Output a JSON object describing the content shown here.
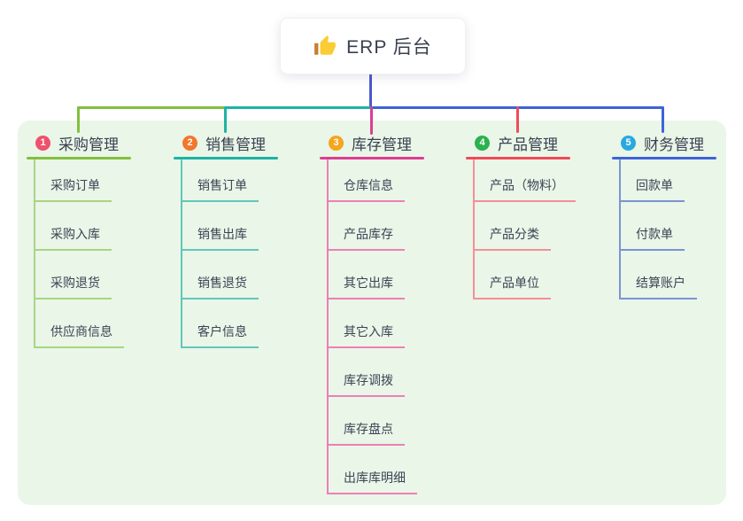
{
  "root": {
    "label": "ERP 后台",
    "icon": "thumbs-up-icon"
  },
  "panel": {
    "background": "#e9f6e8"
  },
  "connectors": {
    "root_stem_color": "#4a5ac9"
  },
  "branches": [
    {
      "number": "1",
      "label": "采购管理",
      "badge_color": "#f0506c",
      "line_color": "#82bf3e",
      "child_line_color": "#a9d581",
      "children": [
        "采购订单",
        "采购入库",
        "采购退货",
        "供应商信息"
      ]
    },
    {
      "number": "2",
      "label": "销售管理",
      "badge_color": "#f2772e",
      "line_color": "#1db3a5",
      "child_line_color": "#63c5bc",
      "children": [
        "销售订单",
        "销售出库",
        "销售退货",
        "客户信息"
      ]
    },
    {
      "number": "3",
      "label": "库存管理",
      "badge_color": "#f5a51f",
      "line_color": "#dd3d92",
      "child_line_color": "#ee7fb5",
      "children": [
        "仓库信息",
        "产品库存",
        "其它出库",
        "其它入库",
        "库存调拨",
        "库存盘点",
        "出库库明细"
      ]
    },
    {
      "number": "4",
      "label": "产品管理",
      "badge_color": "#2cb14e",
      "line_color": "#f04b58",
      "child_line_color": "#f68f96",
      "children": [
        "产品（物料）",
        "产品分类",
        "产品单位"
      ]
    },
    {
      "number": "5",
      "label": "财务管理",
      "badge_color": "#29a8e0",
      "line_color": "#3e63d8",
      "child_line_color": "#7b93d4",
      "children": [
        "回款单",
        "付款单",
        "结算账户"
      ]
    }
  ]
}
